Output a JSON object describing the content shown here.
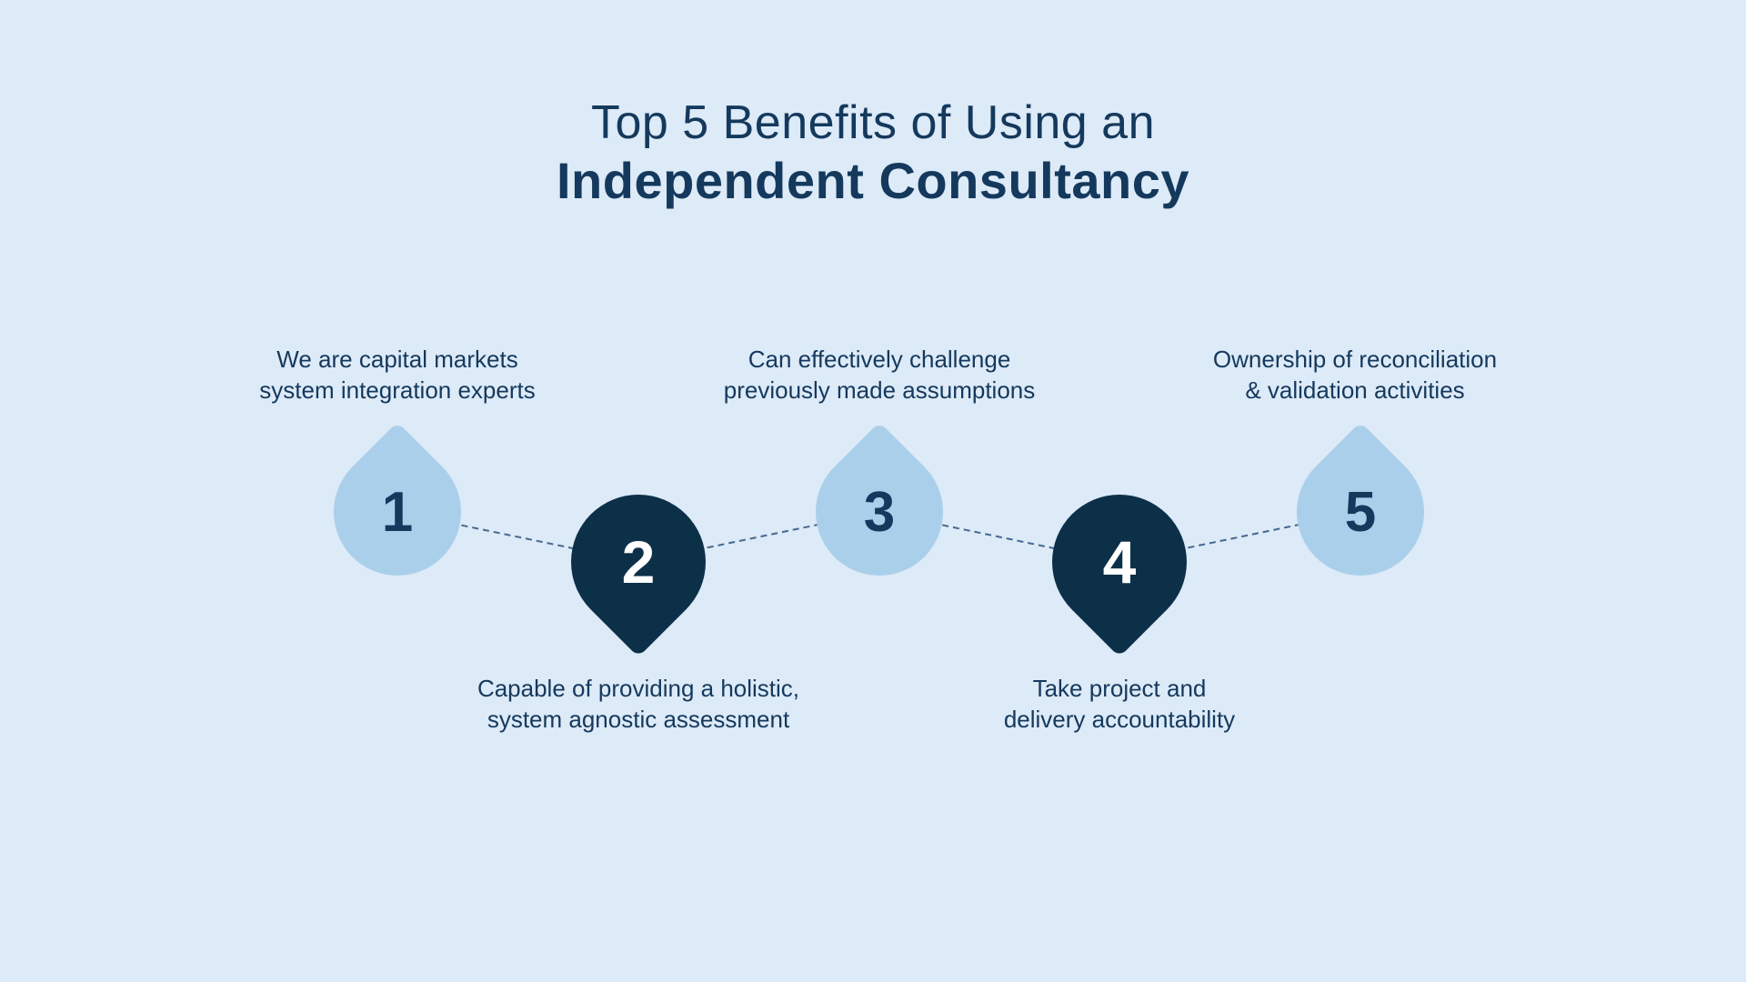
{
  "title": {
    "line1": "Top 5 Benefits of Using an",
    "line2": "Independent Consultancy"
  },
  "items": [
    {
      "number": "1",
      "label": "We are capital markets\nsystem integration experts",
      "style": "light",
      "label_position": "above"
    },
    {
      "number": "2",
      "label": "Capable of providing a holistic,\nsystem agnostic assessment",
      "style": "dark",
      "label_position": "below"
    },
    {
      "number": "3",
      "label": "Can effectively challenge\npreviously made assumptions",
      "style": "light",
      "label_position": "above"
    },
    {
      "number": "4",
      "label": "Take project and\ndelivery accountability",
      "style": "dark",
      "label_position": "below"
    },
    {
      "number": "5",
      "label": "Ownership of reconciliation\n& validation activities",
      "style": "light",
      "label_position": "above"
    }
  ],
  "colors": {
    "background": "#ddeaf7",
    "drop_light": "#aacfeb",
    "drop_dark": "#0d3049",
    "text": "#14395d",
    "number_on_dark": "#ffffff",
    "connector": "#46688f"
  }
}
